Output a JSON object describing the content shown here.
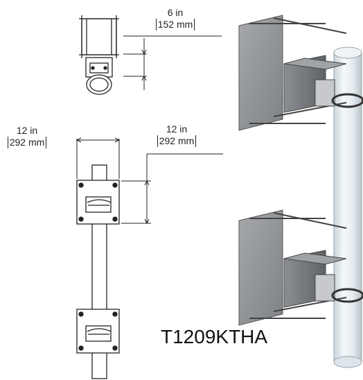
{
  "dimensions": {
    "top_in": "6 in",
    "top_mm": "152 mm",
    "left_in": "12 in",
    "left_mm": "292 mm",
    "right_in": "12 in",
    "right_mm": "292 mm"
  },
  "model_number": "T1209KTHA",
  "colors": {
    "line": "#222222",
    "plate": "#9a9ca0",
    "plate_dark": "#6f7276",
    "pipe": "#e6eef2",
    "pipe_edge": "#9aa6ad"
  }
}
